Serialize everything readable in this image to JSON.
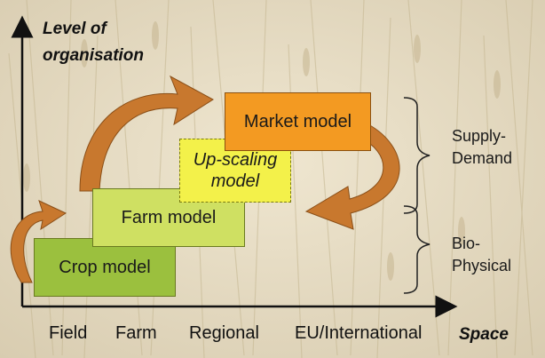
{
  "axes": {
    "y_label_line1": "Level of",
    "y_label_line2": "organisation",
    "x_label": "Space",
    "x_ticks": [
      "Field",
      "Farm",
      "Regional",
      "EU/International"
    ]
  },
  "boxes": {
    "crop": "Crop model",
    "farm": "Farm model",
    "upscaling_line1": "Up-scaling",
    "upscaling_line2": "model",
    "market": "Market model"
  },
  "side_labels": {
    "supply_line1": "Supply-",
    "supply_line2": "Demand",
    "bio_line1": "Bio-",
    "bio_line2": "Physical"
  },
  "colors": {
    "crop": "#9bc03e",
    "farm": "#cfe062",
    "upscaling": "#f3f14a",
    "market": "#f39a22",
    "arrow": "#c8782e"
  }
}
